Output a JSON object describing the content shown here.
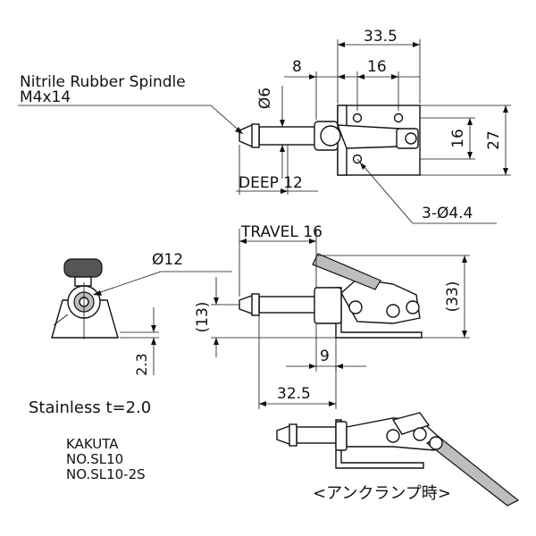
{
  "top_view": {
    "callout_line1": "Nitrile Rubber Spindle",
    "callout_line2": "M4x14",
    "dim_width_overall": "33.5",
    "dim_spindle_dia": "Ø6",
    "dim_left_offset": "8",
    "dim_hole_pitch_h": "16",
    "dim_hole_pitch_v": "16",
    "dim_height": "27",
    "dim_deep": "DEEP 12",
    "dim_holes": "3-Ø4.4"
  },
  "side_view": {
    "dim_travel": "TRAVEL 16",
    "dim_height": "(33)",
    "dim_spindle_height": "(13)",
    "dim_base": "9",
    "dim_length": "32.5"
  },
  "end_view": {
    "dim_knob_dia": "Ø12",
    "dim_plate": "2.3",
    "material_note": "Stainless t=2.0"
  },
  "title_block": {
    "maker": "KAKUTA",
    "model_1": "NO.SL10",
    "model_2": "NO.SL10-2S"
  },
  "unclamp_view": {
    "caption": "<アンクランプ時>"
  }
}
